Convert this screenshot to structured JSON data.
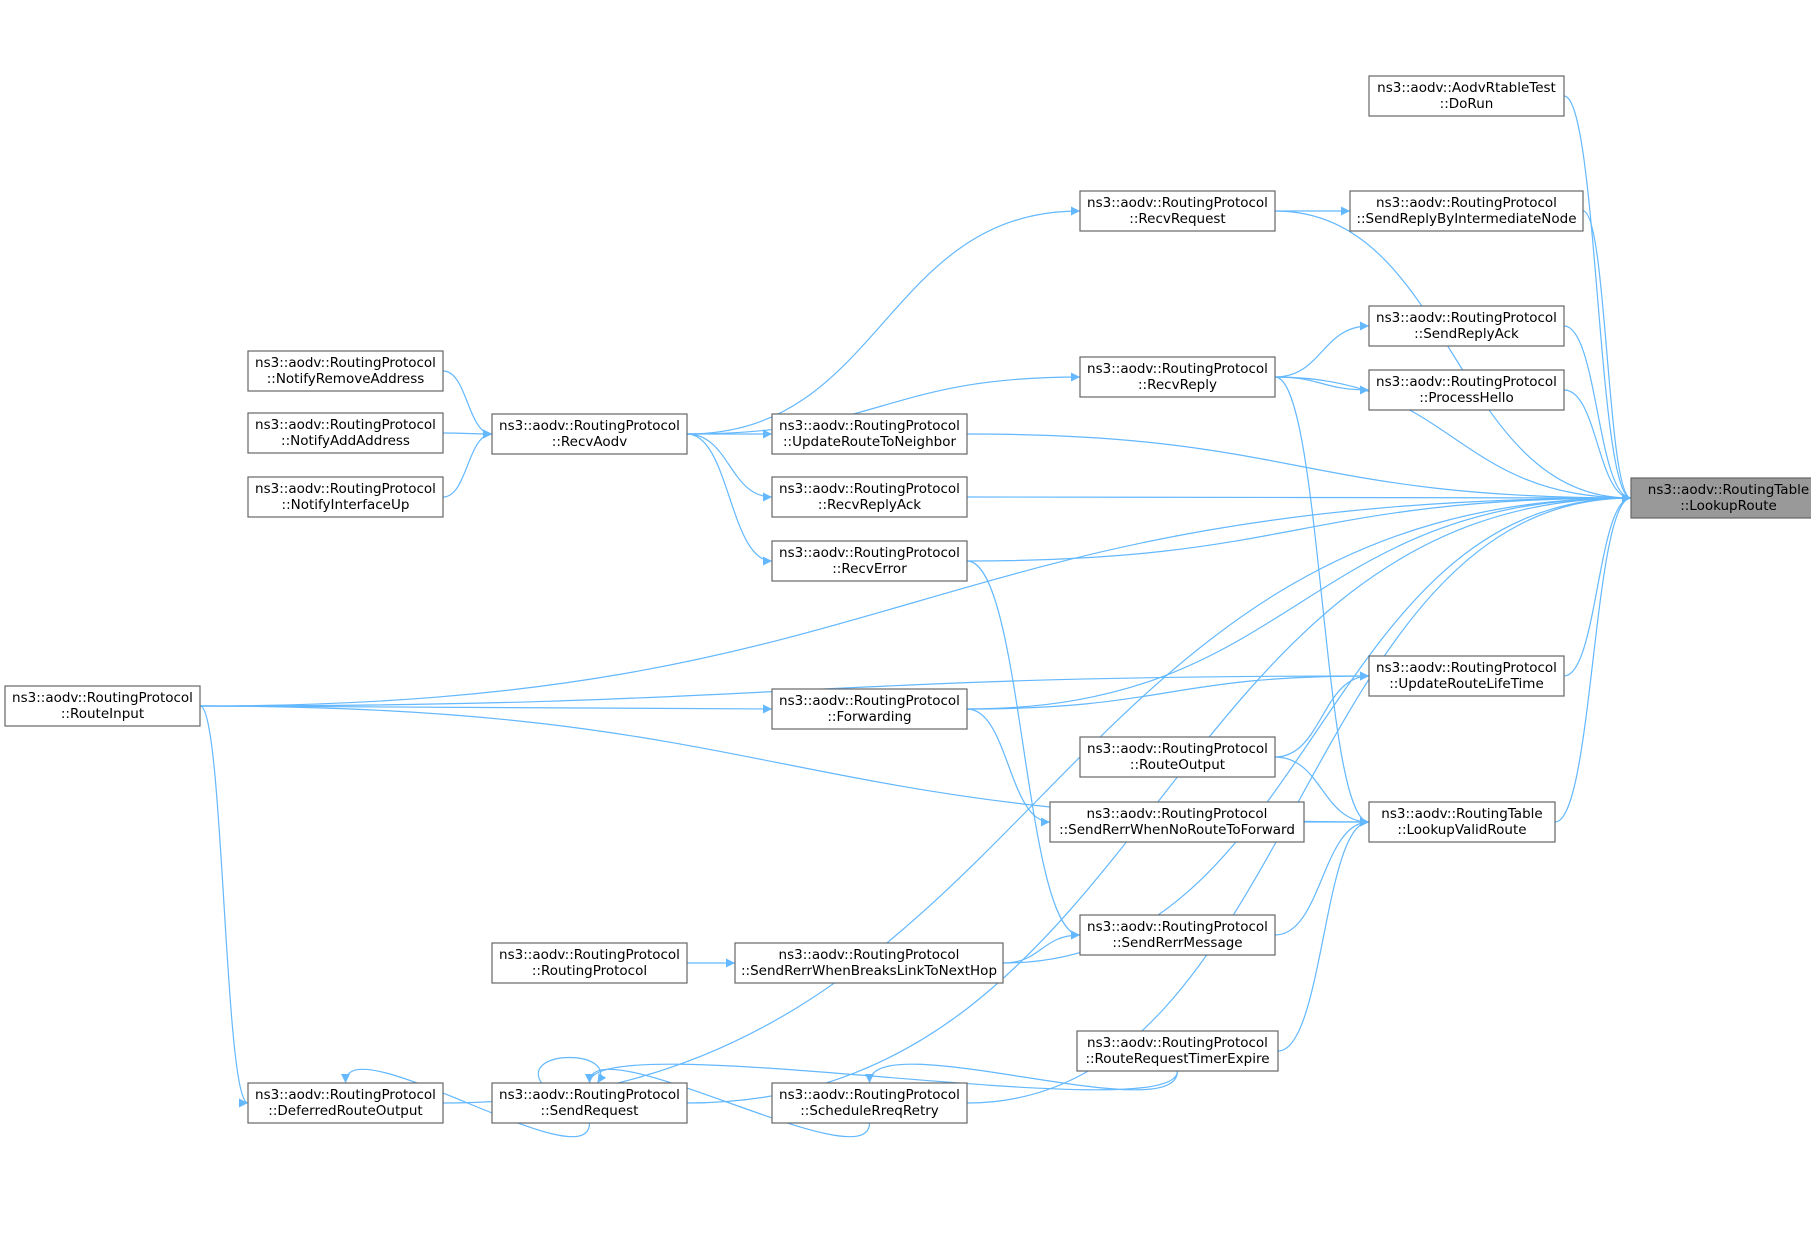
{
  "colors": {
    "edge": "#63b8ff",
    "node_border": "#666666",
    "focus_fill": "#999999",
    "node_fill": "#ffffff"
  },
  "nodes": [
    {
      "id": "lookupRoute",
      "line1": "ns3::aodv::RoutingTable",
      "line2": "::LookupRoute",
      "focus": true
    },
    {
      "id": "doRun",
      "line1": "ns3::aodv::AodvRtableTest",
      "line2": "::DoRun"
    },
    {
      "id": "recvRequest",
      "line1": "ns3::aodv::RoutingProtocol",
      "line2": "::RecvRequest"
    },
    {
      "id": "sendReplyByIntermediateNode",
      "line1": "ns3::aodv::RoutingProtocol",
      "line2": "::SendReplyByIntermediateNode"
    },
    {
      "id": "sendReplyAck",
      "line1": "ns3::aodv::RoutingProtocol",
      "line2": "::SendReplyAck"
    },
    {
      "id": "recvReply",
      "line1": "ns3::aodv::RoutingProtocol",
      "line2": "::RecvReply"
    },
    {
      "id": "processHello",
      "line1": "ns3::aodv::RoutingProtocol",
      "line2": "::ProcessHello"
    },
    {
      "id": "notifyRemoveAddress",
      "line1": "ns3::aodv::RoutingProtocol",
      "line2": "::NotifyRemoveAddress"
    },
    {
      "id": "notifyAddAddress",
      "line1": "ns3::aodv::RoutingProtocol",
      "line2": "::NotifyAddAddress"
    },
    {
      "id": "notifyInterfaceUp",
      "line1": "ns3::aodv::RoutingProtocol",
      "line2": "::NotifyInterfaceUp"
    },
    {
      "id": "recvAodv",
      "line1": "ns3::aodv::RoutingProtocol",
      "line2": "::RecvAodv"
    },
    {
      "id": "updateRouteToNeighbor",
      "line1": "ns3::aodv::RoutingProtocol",
      "line2": "::UpdateRouteToNeighbor"
    },
    {
      "id": "recvReplyAck",
      "line1": "ns3::aodv::RoutingProtocol",
      "line2": "::RecvReplyAck"
    },
    {
      "id": "recvError",
      "line1": "ns3::aodv::RoutingProtocol",
      "line2": "::RecvError"
    },
    {
      "id": "routeInput",
      "line1": "ns3::aodv::RoutingProtocol",
      "line2": "::RouteInput"
    },
    {
      "id": "forwarding",
      "line1": "ns3::aodv::RoutingProtocol",
      "line2": "::Forwarding"
    },
    {
      "id": "updateRouteLifeTime",
      "line1": "ns3::aodv::RoutingProtocol",
      "line2": "::UpdateRouteLifeTime"
    },
    {
      "id": "routeOutput",
      "line1": "ns3::aodv::RoutingProtocol",
      "line2": "::RouteOutput"
    },
    {
      "id": "sendRerrWhenNoRouteToForward",
      "line1": "ns3::aodv::RoutingProtocol",
      "line2": "::SendRerrWhenNoRouteToForward"
    },
    {
      "id": "lookupValidRoute",
      "line1": "ns3::aodv::RoutingTable",
      "line2": "::LookupValidRoute"
    },
    {
      "id": "sendRerrMessage",
      "line1": "ns3::aodv::RoutingProtocol",
      "line2": "::SendRerrMessage"
    },
    {
      "id": "routingProtocolCtor",
      "line1": "ns3::aodv::RoutingProtocol",
      "line2": "::RoutingProtocol"
    },
    {
      "id": "sendRerrWhenBreaksLinkToNextHop",
      "line1": "ns3::aodv::RoutingProtocol",
      "line2": "::SendRerrWhenBreaksLinkToNextHop"
    },
    {
      "id": "routeRequestTimerExpire",
      "line1": "ns3::aodv::RoutingProtocol",
      "line2": "::RouteRequestTimerExpire"
    },
    {
      "id": "deferredRouteOutput",
      "line1": "ns3::aodv::RoutingProtocol",
      "line2": "::DeferredRouteOutput"
    },
    {
      "id": "sendRequest",
      "line1": "ns3::aodv::RoutingProtocol",
      "line2": "::SendRequest"
    },
    {
      "id": "scheduleRreqRetry",
      "line1": "ns3::aodv::RoutingProtocol",
      "line2": "::ScheduleRreqRetry"
    }
  ],
  "edges": [
    {
      "from": "doRun",
      "to": "lookupRoute"
    },
    {
      "from": "recvRequest",
      "to": "lookupRoute"
    },
    {
      "from": "sendReplyByIntermediateNode",
      "to": "lookupRoute"
    },
    {
      "from": "recvReply",
      "to": "lookupRoute"
    },
    {
      "from": "sendReplyAck",
      "to": "lookupRoute"
    },
    {
      "from": "processHello",
      "to": "lookupRoute"
    },
    {
      "from": "updateRouteToNeighbor",
      "to": "lookupRoute"
    },
    {
      "from": "recvReplyAck",
      "to": "lookupRoute"
    },
    {
      "from": "recvError",
      "to": "lookupRoute"
    },
    {
      "from": "forwarding",
      "to": "lookupRoute"
    },
    {
      "from": "updateRouteLifeTime",
      "to": "lookupRoute"
    },
    {
      "from": "lookupValidRoute",
      "to": "lookupRoute"
    },
    {
      "from": "sendRerrWhenBreaksLinkToNextHop",
      "to": "lookupRoute"
    },
    {
      "from": "scheduleRreqRetry",
      "to": "lookupRoute"
    },
    {
      "from": "sendRequest",
      "to": "lookupRoute"
    },
    {
      "from": "deferredRouteOutput",
      "to": "lookupRoute"
    },
    {
      "from": "routeInput",
      "to": "lookupRoute"
    },
    {
      "from": "recvRequest",
      "to": "sendReplyByIntermediateNode"
    },
    {
      "from": "recvReply",
      "to": "sendReplyAck"
    },
    {
      "from": "recvReply",
      "to": "processHello"
    },
    {
      "from": "recvAodv",
      "to": "recvRequest"
    },
    {
      "from": "recvAodv",
      "to": "recvReply"
    },
    {
      "from": "recvAodv",
      "to": "updateRouteToNeighbor"
    },
    {
      "from": "recvAodv",
      "to": "recvReplyAck"
    },
    {
      "from": "recvAodv",
      "to": "recvError"
    },
    {
      "from": "notifyRemoveAddress",
      "to": "recvAodv"
    },
    {
      "from": "notifyAddAddress",
      "to": "recvAodv"
    },
    {
      "from": "notifyInterfaceUp",
      "to": "recvAodv"
    },
    {
      "from": "routeInput",
      "to": "updateRouteLifeTime"
    },
    {
      "from": "routeInput",
      "to": "forwarding"
    },
    {
      "from": "routeInput",
      "to": "lookupValidRoute"
    },
    {
      "from": "routeInput",
      "to": "deferredRouteOutput"
    },
    {
      "from": "forwarding",
      "to": "updateRouteLifeTime"
    },
    {
      "from": "routeOutput",
      "to": "updateRouteLifeTime"
    },
    {
      "from": "routeOutput",
      "to": "lookupValidRoute"
    },
    {
      "from": "sendRerrWhenNoRouteToForward",
      "to": "lookupValidRoute"
    },
    {
      "from": "forwarding",
      "to": "sendRerrWhenNoRouteToForward"
    },
    {
      "from": "recvReply",
      "to": "lookupValidRoute"
    },
    {
      "from": "sendRerrMessage",
      "to": "lookupValidRoute"
    },
    {
      "from": "routeRequestTimerExpire",
      "to": "lookupValidRoute"
    },
    {
      "from": "recvError",
      "to": "sendRerrMessage"
    },
    {
      "from": "sendRerrWhenBreaksLinkToNextHop",
      "to": "sendRerrMessage"
    },
    {
      "from": "routingProtocolCtor",
      "to": "sendRerrWhenBreaksLinkToNextHop"
    },
    {
      "from": "routeRequestTimerExpire",
      "to": "scheduleRreqRetry"
    },
    {
      "from": "routeRequestTimerExpire",
      "to": "sendRequest"
    },
    {
      "from": "scheduleRreqRetry",
      "to": "sendRequest"
    },
    {
      "from": "sendRequest",
      "to": "sendRequest"
    },
    {
      "from": "sendRequest",
      "to": "deferredRouteOutput"
    }
  ]
}
